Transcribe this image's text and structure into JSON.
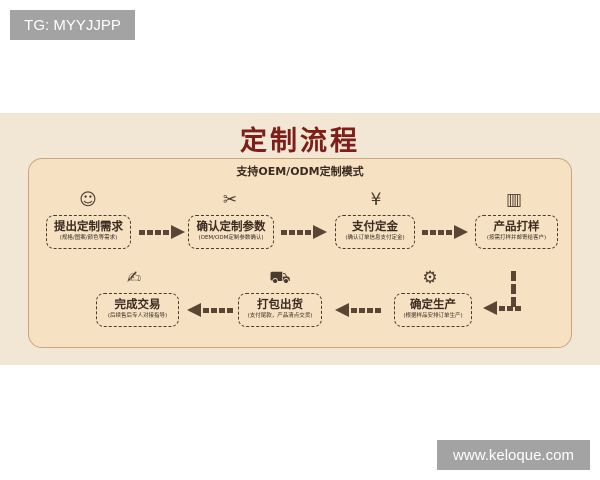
{
  "watermark_top": "TG: MYYJJPP",
  "watermark_bottom": "www.keloque.com",
  "title": "定制流程",
  "subtitle": "支持OEM/ODM定制模式",
  "steps": [
    {
      "title": "提出定制需求",
      "desc": "(规格/图案/颜色等需求)",
      "icon": "headset-person-icon"
    },
    {
      "title": "确认定制参数",
      "desc": "(OEM/ODM定制参数确认)",
      "icon": "tools-icon"
    },
    {
      "title": "支付定金",
      "desc": "(确认订单信息支付定金)",
      "icon": "yen-hand-icon"
    },
    {
      "title": "产品打样",
      "desc": "(按需打样并邮寄给客户)",
      "icon": "sample-box-icon"
    },
    {
      "title": "确定生产",
      "desc": "(根据样品安排订单生产)",
      "icon": "gear-check-icon"
    },
    {
      "title": "打包出货",
      "desc": "(支付尾款，产品清点交货)",
      "icon": "truck-icon"
    },
    {
      "title": "完成交易",
      "desc": "(后续售后专人对接指导)",
      "icon": "handshake-icon"
    }
  ],
  "colors": {
    "title": "#7d1e18",
    "background": "#f2e6d4",
    "panel": "#f6e1c3"
  }
}
